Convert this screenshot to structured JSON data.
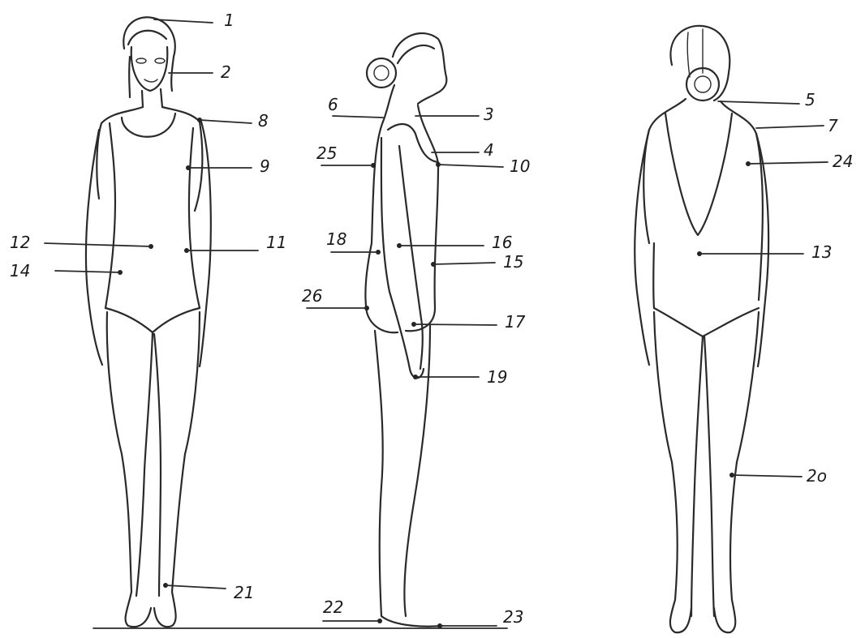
{
  "labels": [
    {
      "id": "1",
      "text": "1"
    },
    {
      "id": "2",
      "text": "2"
    },
    {
      "id": "3",
      "text": "3"
    },
    {
      "id": "4",
      "text": "4"
    },
    {
      "id": "5",
      "text": "5"
    },
    {
      "id": "6",
      "text": "6"
    },
    {
      "id": "7",
      "text": "7"
    },
    {
      "id": "8",
      "text": "8"
    },
    {
      "id": "9",
      "text": "9"
    },
    {
      "id": "10",
      "text": "10"
    },
    {
      "id": "11",
      "text": "11"
    },
    {
      "id": "12",
      "text": "12"
    },
    {
      "id": "13",
      "text": "13"
    },
    {
      "id": "14",
      "text": "14"
    },
    {
      "id": "15",
      "text": "15"
    },
    {
      "id": "16",
      "text": "16"
    },
    {
      "id": "17",
      "text": "17"
    },
    {
      "id": "18",
      "text": "18"
    },
    {
      "id": "19",
      "text": "19"
    },
    {
      "id": "20",
      "text": "2o"
    },
    {
      "id": "21",
      "text": "21"
    },
    {
      "id": "22",
      "text": "22"
    },
    {
      "id": "23",
      "text": "23"
    },
    {
      "id": "24",
      "text": "24"
    },
    {
      "id": "25",
      "text": "25"
    },
    {
      "id": "26",
      "text": "26"
    }
  ],
  "colors": {
    "ink": "#2a2a2a",
    "paper": "#ffffff"
  }
}
